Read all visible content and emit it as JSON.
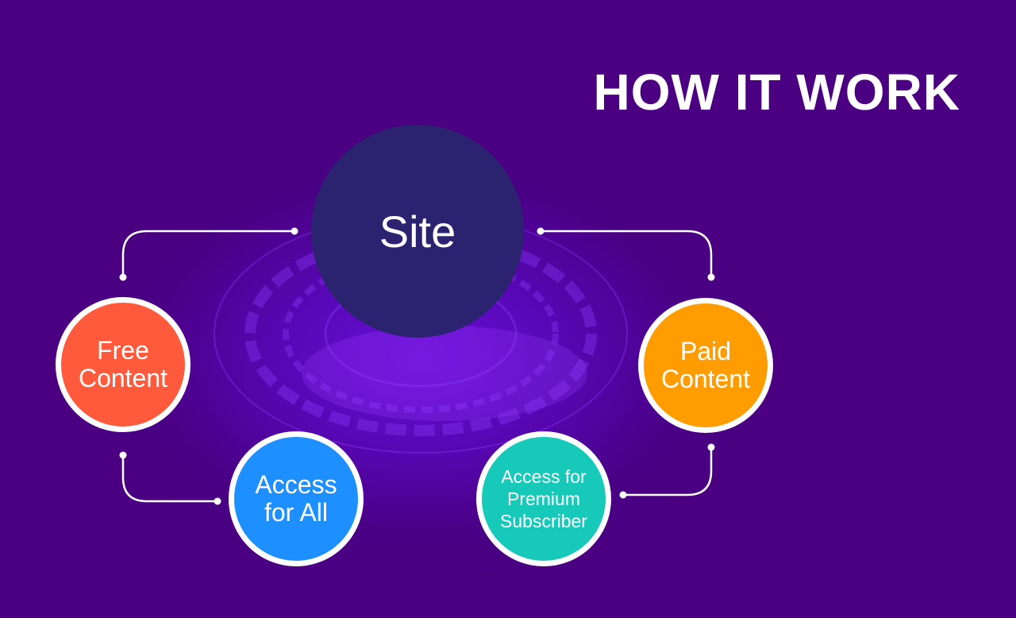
{
  "title": "HOW IT WORK",
  "colors": {
    "background": "#4a0080",
    "site": "#2c2370",
    "free_content": "#ff5a3c",
    "paid_content": "#ff9c00",
    "access_for_all": "#1e8fff",
    "access_premium": "#16c9b9",
    "connector": "#ffffff"
  },
  "nodes": {
    "site": {
      "label": "Site"
    },
    "free_content": {
      "line1": "Free",
      "line2": "Content"
    },
    "paid_content": {
      "line1": "Paid",
      "line2": "Content"
    },
    "access_for_all": {
      "line1": "Access",
      "line2": "for All"
    },
    "access_premium": {
      "line1": "Access for",
      "line2": "Premium",
      "line3": "Subscriber"
    }
  }
}
